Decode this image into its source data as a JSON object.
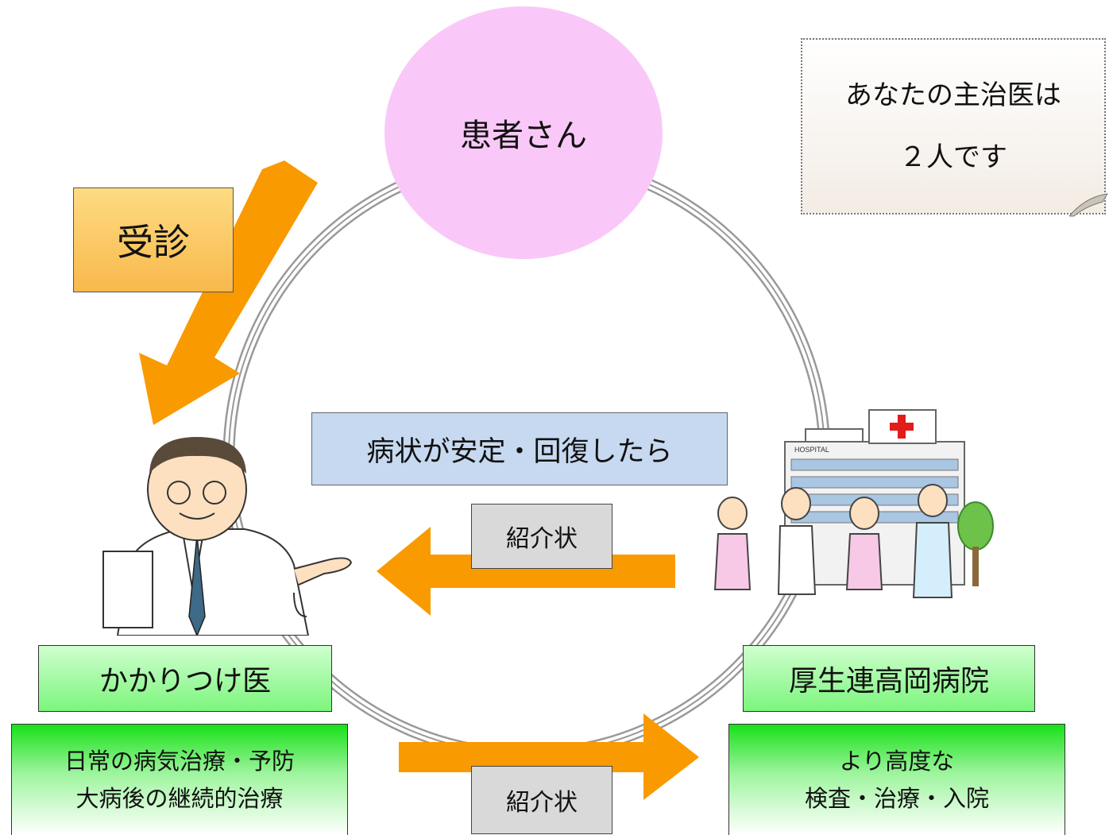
{
  "patient": {
    "label": "患者さん"
  },
  "note": {
    "line1": "あなたの主治医は",
    "line2": "２人です"
  },
  "visit": {
    "label": "受診"
  },
  "condition": {
    "label": "病状が安定・回復したら"
  },
  "referral_top": {
    "label": "紹介状"
  },
  "referral_bottom": {
    "label": "紹介状"
  },
  "doctor": {
    "label": "かかりつけ医",
    "desc1": "日常の病気治療・予防",
    "desc2": "大病後の継続的治療"
  },
  "hospital": {
    "label": "厚生連高岡病院",
    "sign": "HOSPITAL",
    "desc1": "より高度な",
    "desc2": "検査・治療・入院"
  },
  "colors": {
    "arrow": "#f99a00",
    "patient": "#f9c8f8",
    "condition": "#c6d9f0",
    "green": "#7cf57c"
  }
}
